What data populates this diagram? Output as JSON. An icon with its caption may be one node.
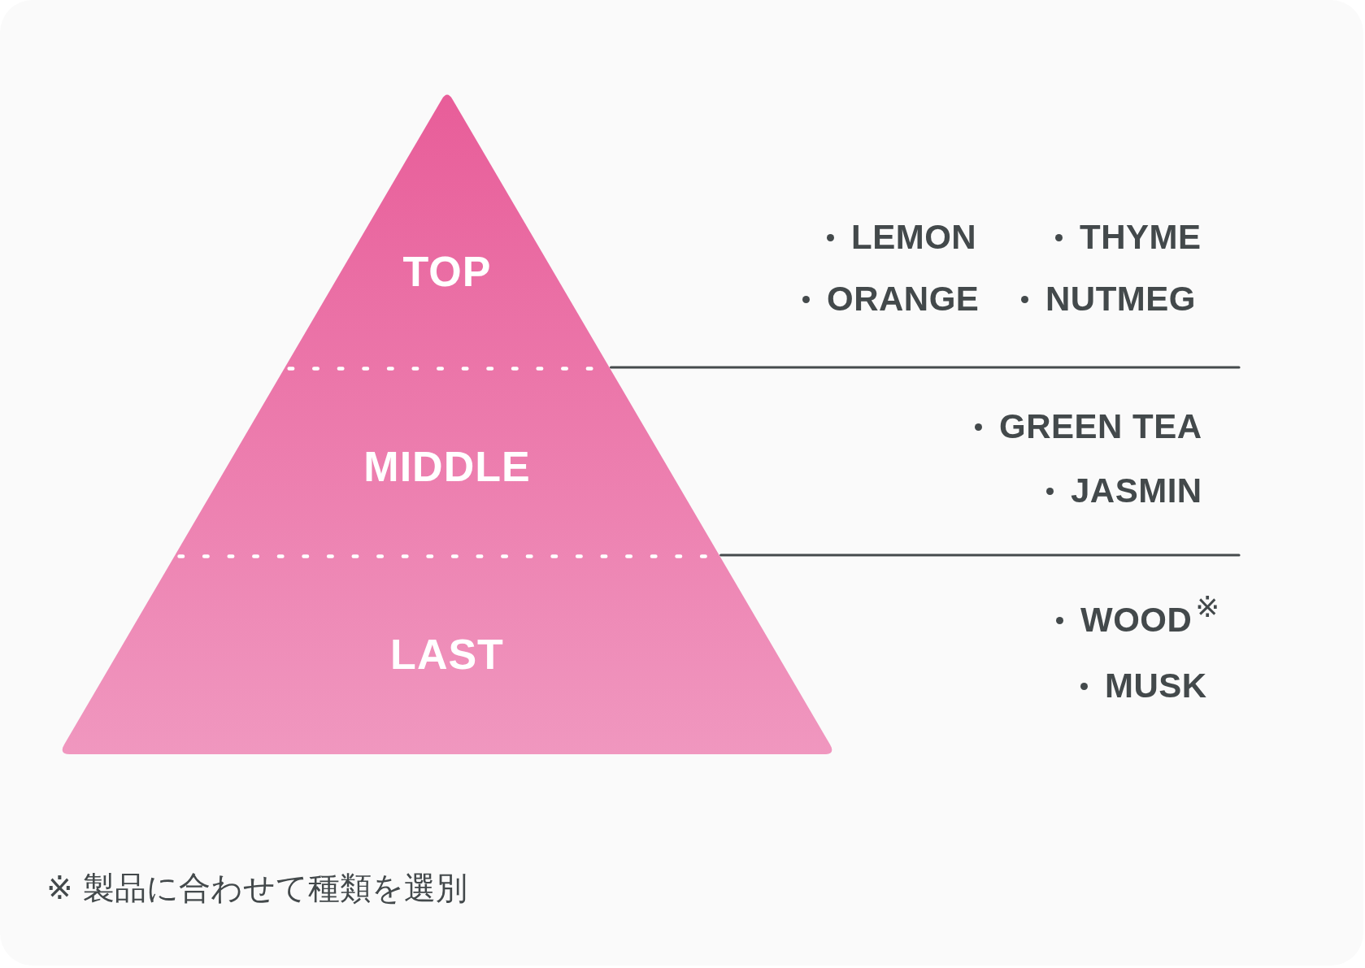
{
  "diagram": {
    "nodes": [
      {
        "text": [
          "TOP"
        ],
        "beside": [
          "LEMON",
          "THYME",
          "ORANGE",
          "NUTMEG"
        ]
      },
      {
        "text": [
          "MIDDLE"
        ],
        "beside": [
          "GREEN TEA",
          "JASMIN"
        ]
      },
      {
        "text": [
          "LAST"
        ],
        "beside": [
          "WOOD$^{※}$",
          "MUSK"
        ]
      }
    ],
    "labels": [
      "※ 製品に合わせて種類を選別"
    ]
  }
}
